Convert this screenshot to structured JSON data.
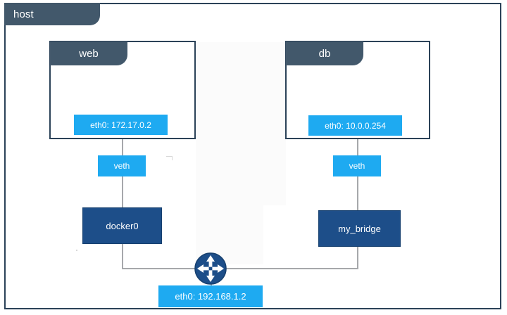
{
  "diagram": {
    "title": "host",
    "host_frame": {
      "label": "host"
    },
    "colors": {
      "frame_border": "#2b4258",
      "tab_slate": "#42586b",
      "cyan": "#1eaaf1",
      "navy": "#1d4e89",
      "line_grey": "#a6a8ab",
      "background": "#ffffff"
    },
    "containers": [
      {
        "name": "web",
        "label": "web",
        "interface": {
          "label": "eth0: 172.17.0.2",
          "name": "eth0",
          "address": "172.17.0.2"
        },
        "veth": {
          "label": "veth"
        },
        "bridge": {
          "label": "docker0"
        }
      },
      {
        "name": "db",
        "label": "db",
        "interface": {
          "label": "eth0: 10.0.0.254",
          "name": "eth0",
          "address": "10.0.0.254"
        },
        "veth": {
          "label": "veth"
        },
        "bridge": {
          "label": "my_bridge"
        }
      }
    ],
    "router": {
      "icon": "four-way-arrow-icon",
      "label": ""
    },
    "host_interface": {
      "label": "eth0: 192.168.1.2",
      "name": "eth0",
      "address": "192.168.1.2"
    }
  }
}
